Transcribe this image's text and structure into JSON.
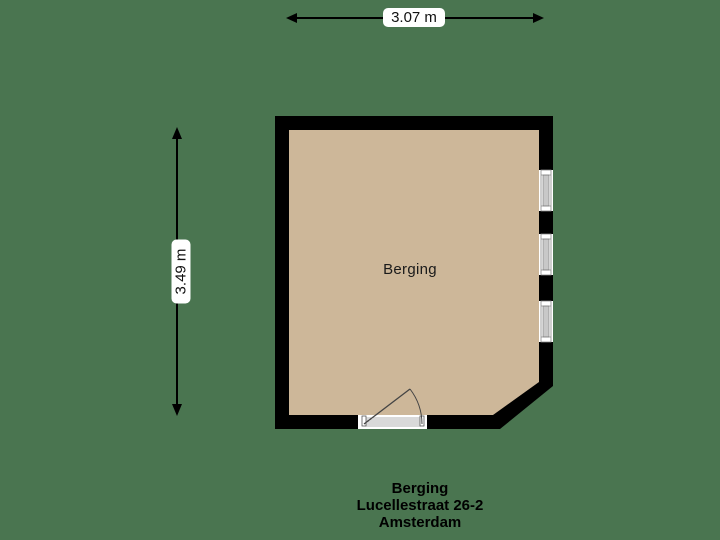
{
  "plan": {
    "colors": {
      "background": "#4a7550",
      "floor": "#cdb799",
      "wall": "#000000",
      "window_glass": "#c8c8c8",
      "window_frame": "#ffffff",
      "label_bg": "#ffffff"
    },
    "dimensions": {
      "width_label": "3.07 m",
      "depth_label": "3.49 m"
    },
    "rooms": [
      {
        "name": "Berging"
      }
    ],
    "openings": {
      "windows": [
        {
          "wall": "right",
          "index": 1
        },
        {
          "wall": "right",
          "index": 2
        },
        {
          "wall": "right",
          "index": 3
        }
      ],
      "doors": [
        {
          "wall": "bottom",
          "swing": "inward-left-hinge"
        }
      ]
    }
  },
  "title_block": {
    "line1": "Berging",
    "line2": "Lucellestraat 26-2",
    "line3": "Amsterdam"
  }
}
